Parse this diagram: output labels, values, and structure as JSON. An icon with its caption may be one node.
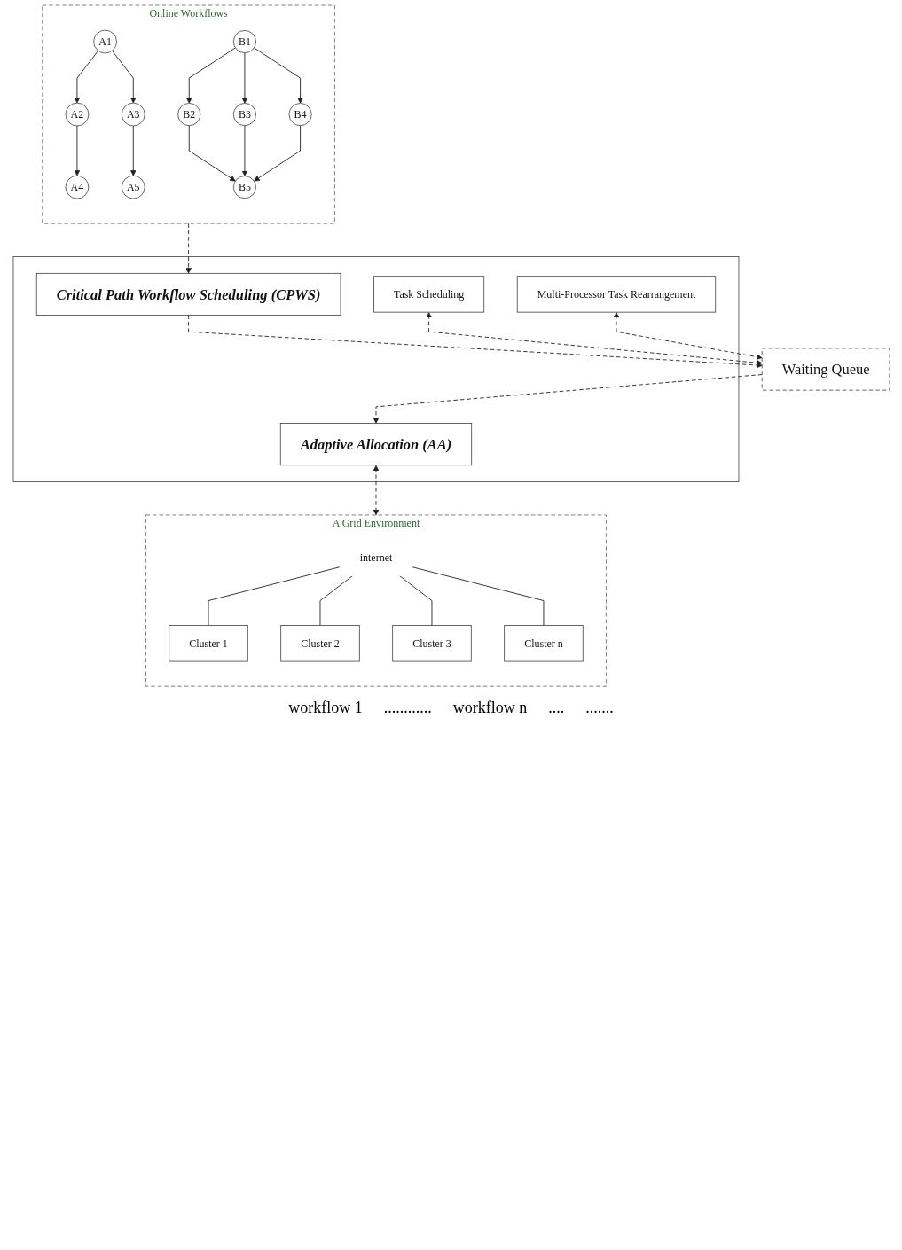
{
  "diagram": {
    "nodes": [
      {
        "text": [
          "Online Workflows"
        ]
      },
      {
        "text": [
          "A1"
        ],
        "in": 0
      },
      {
        "text": [
          "A2"
        ],
        "in": 0
      },
      {
        "text": [
          "A3"
        ],
        "in": 0
      },
      {
        "text": [
          "A4"
        ],
        "in": 0
      },
      {
        "text": [
          "A5"
        ],
        "in": 0
      },
      {
        "text": [
          "B1"
        ],
        "in": 0
      },
      {
        "text": [
          "B2"
        ],
        "in": 0
      },
      {
        "text": [
          "B3"
        ],
        "in": 0
      },
      {
        "text": [
          "B4"
        ],
        "in": 0
      },
      {
        "text": [
          "B5"
        ],
        "in": 0
      },
      {
        "text": [],
        "shape": "box"
      },
      {
        "text": [
          "Critical Path Workflow Scheduling (CPWS)"
        ],
        "in": 11
      },
      {
        "text": [
          "Task Scheduling"
        ],
        "in": 11
      },
      {
        "text": [
          "Multi-Processor Task Rearrangement"
        ],
        "in": 11
      },
      {
        "text": [
          "Adaptive Allocation (AA)"
        ],
        "in": 11
      },
      {
        "text": [
          "Waiting Queue"
        ]
      },
      {
        "text": [
          "A Grid Environment"
        ]
      },
      {
        "text": [
          "internet"
        ],
        "in": 17
      },
      {
        "text": [
          "Cluster 1"
        ],
        "in": 17
      },
      {
        "text": [
          "Cluster 2"
        ],
        "in": 17
      },
      {
        "text": [
          "Cluster 3"
        ],
        "in": 17
      },
      {
        "text": [
          "Cluster n"
        ],
        "in": 17
      }
    ],
    "edges": [
      {
        "from": 1,
        "to": 2,
        "arrow": "to"
      },
      {
        "from": 1,
        "to": 3,
        "arrow": "to"
      },
      {
        "from": 2,
        "to": 4,
        "arrow": "to"
      },
      {
        "from": 3,
        "to": 5,
        "arrow": "to"
      },
      {
        "from": 6,
        "to": 7,
        "arrow": "to"
      },
      {
        "from": 6,
        "to": 8,
        "arrow": "to"
      },
      {
        "from": 6,
        "to": 9,
        "arrow": "to"
      },
      {
        "from": 7,
        "to": 10,
        "arrow": "to"
      },
      {
        "from": 8,
        "to": 10,
        "arrow": "to"
      },
      {
        "from": 9,
        "to": 10,
        "arrow": "to"
      },
      {
        "from": 0,
        "to": 12,
        "arrow": "to",
        "style": "dashed"
      },
      {
        "from": 12,
        "to": 16,
        "arrow": "to",
        "style": "dashed"
      },
      {
        "from": 13,
        "to": 16,
        "arrow": "both",
        "style": "dashed"
      },
      {
        "from": 14,
        "to": 16,
        "arrow": "both",
        "style": "dashed"
      },
      {
        "from": 16,
        "to": 15,
        "arrow": "to",
        "style": "dashed"
      },
      {
        "from": 15,
        "to": 17,
        "arrow": "both",
        "style": "dashed"
      },
      {
        "from": 18,
        "to": 19,
        "arrow": "none"
      },
      {
        "from": 18,
        "to": 20,
        "arrow": "none"
      },
      {
        "from": 18,
        "to": 21,
        "arrow": "none"
      },
      {
        "from": 18,
        "to": 22,
        "arrow": "none"
      }
    ],
    "labels": [
      "workflow 1",
      "............",
      "workflow n",
      "....",
      "......."
    ]
  }
}
